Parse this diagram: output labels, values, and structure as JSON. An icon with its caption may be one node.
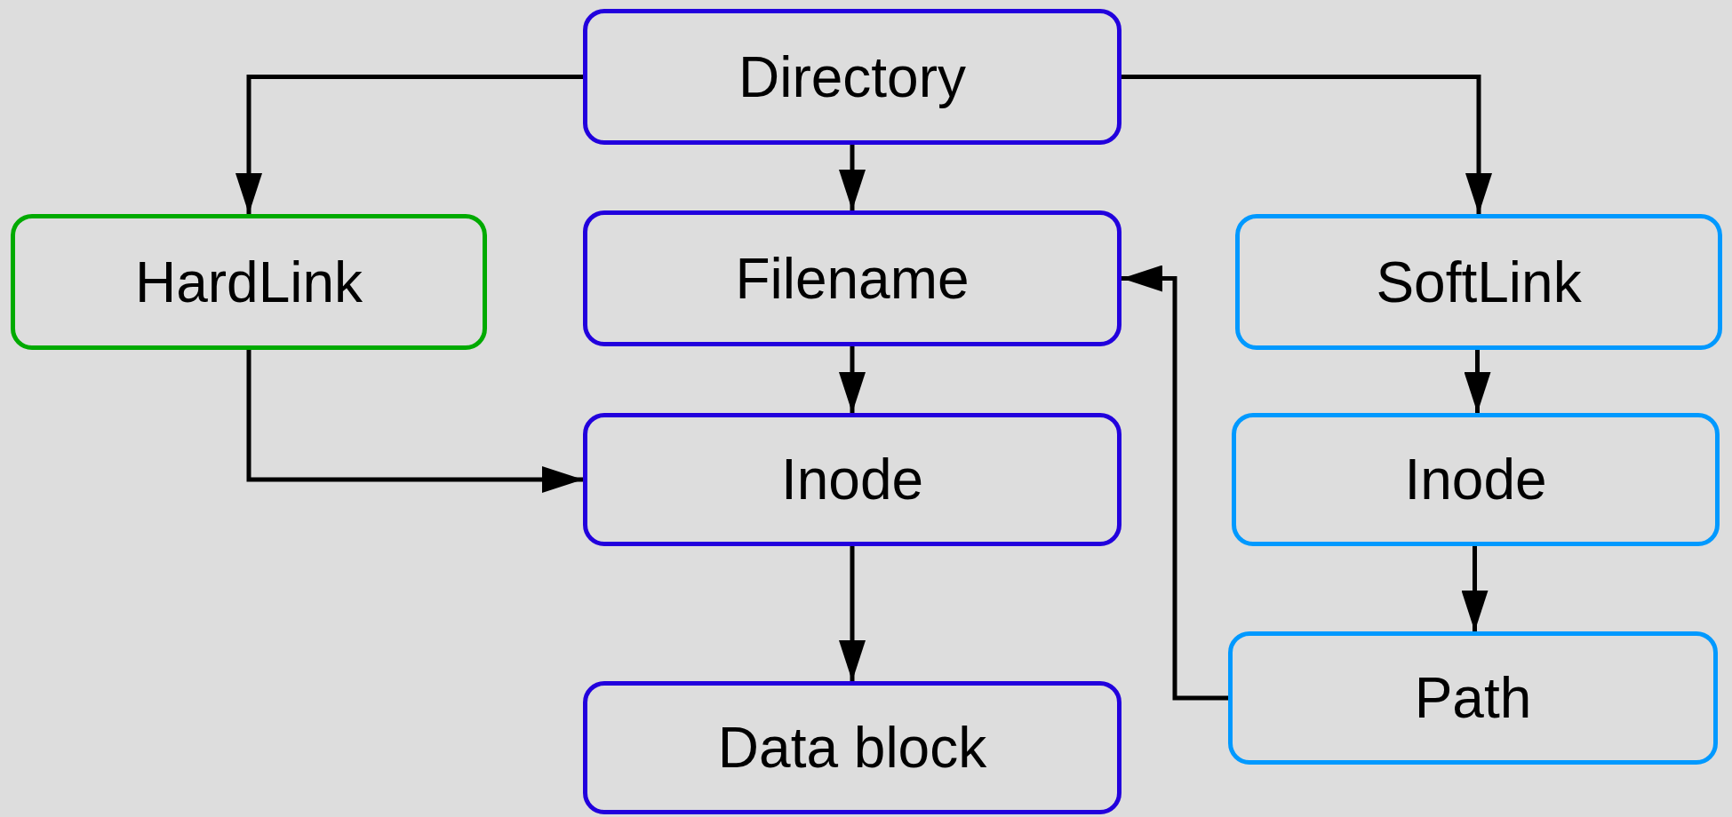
{
  "diagram": {
    "nodes": [
      {
        "text": [
          "Directory"
        ]
      },
      {
        "text": [
          "HardLink"
        ]
      },
      {
        "text": [
          "Filename"
        ]
      },
      {
        "text": [
          "SoftLink"
        ]
      },
      {
        "text": [
          "Inode"
        ]
      },
      {
        "text": [
          "Inode"
        ]
      },
      {
        "text": [
          "Path"
        ]
      },
      {
        "text": [
          "Data block"
        ]
      }
    ],
    "edges": [
      {
        "from": 0,
        "to": 1,
        "arrow": "to"
      },
      {
        "from": 0,
        "to": 2,
        "arrow": "to"
      },
      {
        "from": 0,
        "to": 3,
        "arrow": "to"
      },
      {
        "from": 1,
        "to": 4,
        "arrow": "to"
      },
      {
        "from": 2,
        "to": 4,
        "arrow": "to"
      },
      {
        "from": 4,
        "to": 7,
        "arrow": "to"
      },
      {
        "from": 3,
        "to": 5,
        "arrow": "to"
      },
      {
        "from": 5,
        "to": 6,
        "arrow": "to"
      },
      {
        "from": 6,
        "to": 2,
        "arrow": "to"
      }
    ]
  }
}
